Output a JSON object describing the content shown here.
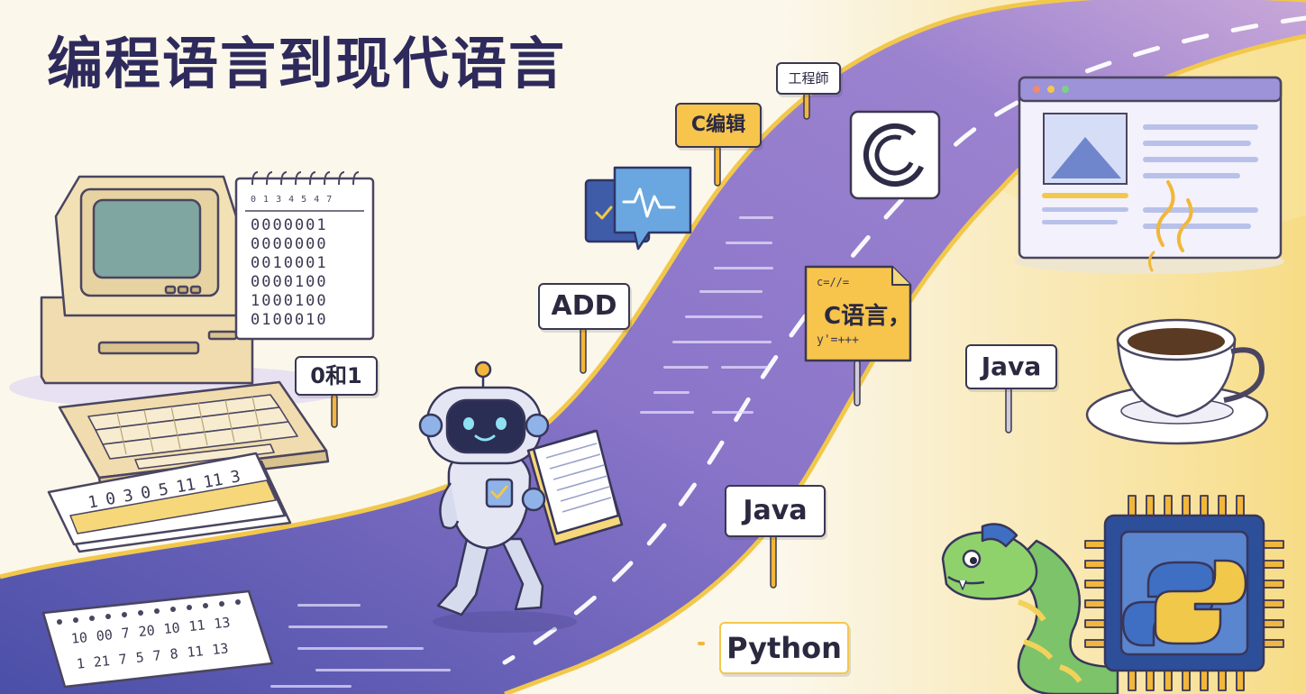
{
  "title": "编程语言到现代语言",
  "signs": {
    "machine_code": "0和1",
    "assembly": "ADD",
    "compiler": "C编辑",
    "engineering": "工程師",
    "c_language": "C语言，",
    "c_language_code": "y'=+++",
    "c_language_top": "c=//=",
    "java_road": "Java",
    "java_side": "Java",
    "python": "Python"
  },
  "binary_pad": {
    "header": "0 1 3 4 5 4 7",
    "rows": [
      "0000001",
      "0000000",
      "0010001",
      "0000100",
      "1000100",
      "0100010"
    ]
  },
  "punch_cards": {
    "front_card": [
      "1",
      "0",
      "3",
      "0",
      "5",
      "11",
      "11",
      "3"
    ],
    "bottom_row1": [
      "10",
      "00",
      "7",
      "20",
      "10",
      "11",
      "13"
    ],
    "bottom_row2": [
      "1",
      "21",
      "7",
      "5",
      "7",
      "8",
      "11",
      "13"
    ]
  },
  "colors": {
    "background": "#fbf7ea",
    "road": "#7b6fc4",
    "road_edge": "#f2c84b",
    "title": "#2e2a5c",
    "sign_yellow": "#f7c44c"
  },
  "icons": [
    "retro-computer-icon",
    "binary-notepad-icon",
    "punch-card-icon",
    "chat-waveform-icon",
    "c-logo-icon",
    "document-file-icon",
    "browser-window-icon",
    "coffee-cup-icon",
    "robot-icon",
    "snake-icon",
    "python-chip-icon"
  ]
}
